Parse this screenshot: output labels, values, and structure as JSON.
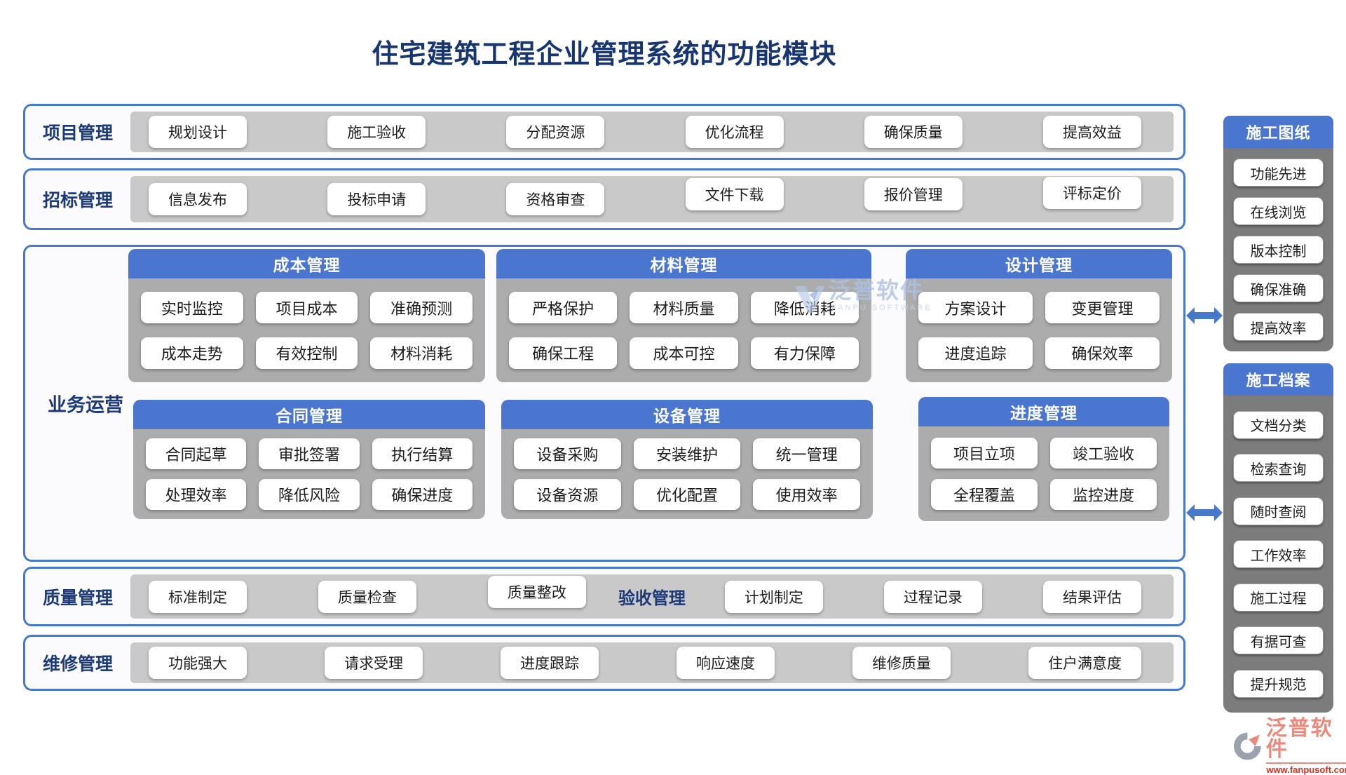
{
  "title": "住宅建筑工程企业管理系统的功能模块",
  "rows": [
    {
      "label": "项目管理",
      "items": [
        "规划设计",
        "施工验收",
        "分配资源",
        "优化流程",
        "确保质量",
        "提高效益"
      ]
    },
    {
      "label": "招标管理",
      "items": [
        "信息发布",
        "投标申请",
        "资格审查",
        "文件下载",
        "报价管理",
        "评标定价"
      ]
    }
  ],
  "business": {
    "label": "业务运营",
    "cards": [
      {
        "title": "成本管理",
        "items": [
          "实时监控",
          "项目成本",
          "准确预测",
          "成本走势",
          "有效控制",
          "材料消耗"
        ]
      },
      {
        "title": "材料管理",
        "items": [
          "严格保护",
          "材料质量",
          "降低消耗",
          "确保工程",
          "成本可控",
          "有力保障"
        ]
      },
      {
        "title": "设计管理",
        "items": [
          "方案设计",
          "变更管理",
          "进度追踪",
          "确保效率"
        ]
      },
      {
        "title": "合同管理",
        "items": [
          "合同起草",
          "审批签署",
          "执行结算",
          "处理效率",
          "降低风险",
          "确保进度"
        ]
      },
      {
        "title": "设备管理",
        "items": [
          "设备采购",
          "安装维护",
          "统一管理",
          "设备资源",
          "优化配置",
          "使用效率"
        ]
      },
      {
        "title": "进度管理",
        "items": [
          "项目立项",
          "竣工验收",
          "全程覆盖",
          "监控进度"
        ]
      }
    ]
  },
  "quality": {
    "label": "质量管理",
    "left_items": [
      "标准制定",
      "质量检查",
      "质量整改"
    ],
    "acceptance_label": "验收管理",
    "right_items": [
      "计划制定",
      "过程记录",
      "结果评估"
    ]
  },
  "maintenance": {
    "label": "维修管理",
    "items": [
      "功能强大",
      "请求受理",
      "进度跟踪",
      "响应速度",
      "维修质量",
      "住户满意度"
    ]
  },
  "sidebar": {
    "drawings": {
      "title": "施工图纸",
      "items": [
        "功能先进",
        "在线浏览",
        "版本控制",
        "确保准确",
        "提高效率"
      ]
    },
    "archive": {
      "title": "施工档案",
      "items": [
        "文档分类",
        "检索查询",
        "随时查阅",
        "工作效率",
        "施工过程",
        "有据可查",
        "提升规范"
      ]
    }
  },
  "watermark": {
    "name": "泛普软件",
    "sub": "FANPU SOFTWARE"
  },
  "brand": {
    "name": "泛普软件",
    "url": "www.fanpusoft.com"
  },
  "colors": {
    "accent_blue": "#4779cb",
    "header_blue": "#4a76cf",
    "navy_text": "#1d3a78",
    "band_gray": "#c9c9c9",
    "card_gray": "#acacac",
    "side_gray": "#7c7c7c",
    "brand_salmon": "#e98a7c",
    "brand_red": "#cf3326"
  }
}
